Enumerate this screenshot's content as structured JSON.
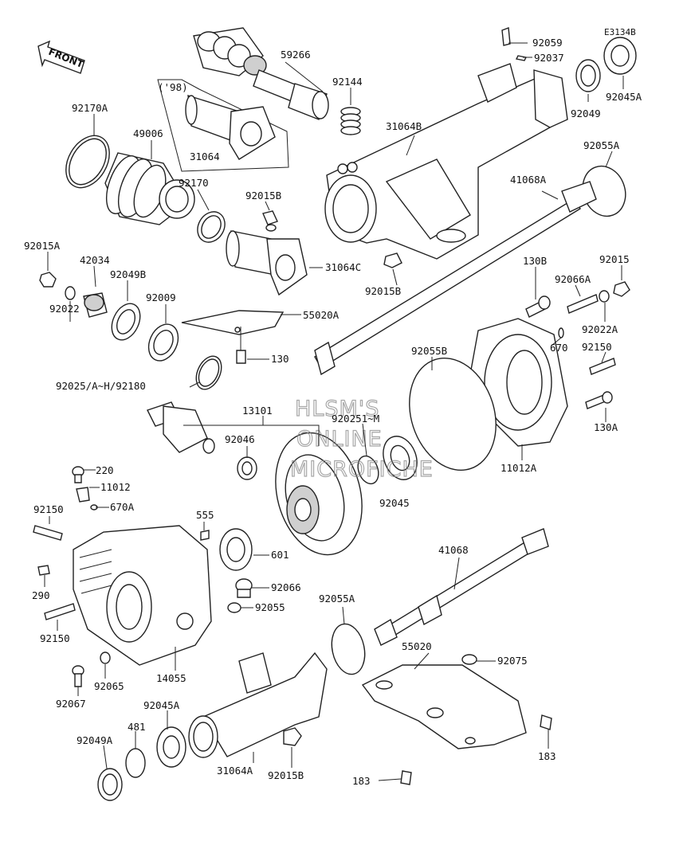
{
  "diagram": {
    "code": "E3134B",
    "front_label": "FRONT",
    "year_note": "('98)",
    "watermark": [
      "HLSM'S",
      "ONLINE",
      "MICROFICHE"
    ]
  },
  "labels": [
    {
      "id": "l92059",
      "text": "92059"
    },
    {
      "id": "l92037",
      "text": "92037"
    },
    {
      "id": "l92045A_top",
      "text": "92045A"
    },
    {
      "id": "l59266",
      "text": "59266"
    },
    {
      "id": "l92144",
      "text": "92144"
    },
    {
      "id": "l92049",
      "text": "92049"
    },
    {
      "id": "l92170A",
      "text": "92170A"
    },
    {
      "id": "l49006",
      "text": "49006"
    },
    {
      "id": "l31064",
      "text": "31064"
    },
    {
      "id": "l31064B",
      "text": "31064B"
    },
    {
      "id": "l92055A_top",
      "text": "92055A"
    },
    {
      "id": "l92170",
      "text": "92170"
    },
    {
      "id": "l92015B_a",
      "text": "92015B"
    },
    {
      "id": "l41068A",
      "text": "41068A"
    },
    {
      "id": "l92015A",
      "text": "92015A"
    },
    {
      "id": "l42034",
      "text": "42034"
    },
    {
      "id": "l92049B",
      "text": "92049B"
    },
    {
      "id": "l31064C",
      "text": "31064C"
    },
    {
      "id": "l130B",
      "text": "130B"
    },
    {
      "id": "l92015",
      "text": "92015"
    },
    {
      "id": "l92015B_b",
      "text": "92015B"
    },
    {
      "id": "l92066A",
      "text": "92066A"
    },
    {
      "id": "l92022",
      "text": "92022"
    },
    {
      "id": "l92009",
      "text": "92009"
    },
    {
      "id": "l55020A",
      "text": "55020A"
    },
    {
      "id": "l92022A",
      "text": "92022A"
    },
    {
      "id": "l670",
      "text": "670"
    },
    {
      "id": "l92055B",
      "text": "92055B"
    },
    {
      "id": "l92150_r",
      "text": "92150"
    },
    {
      "id": "l130",
      "text": "130"
    },
    {
      "id": "l92025",
      "text": "92025/A~H/92180"
    },
    {
      "id": "l13101",
      "text": "13101"
    },
    {
      "id": "l920251",
      "text": "920251~M"
    },
    {
      "id": "l130A",
      "text": "130A"
    },
    {
      "id": "l92046",
      "text": "92046"
    },
    {
      "id": "l11012A",
      "text": "11012A"
    },
    {
      "id": "l220",
      "text": "220"
    },
    {
      "id": "l11012",
      "text": "11012"
    },
    {
      "id": "l92045",
      "text": "92045"
    },
    {
      "id": "l92150_l",
      "text": "92150"
    },
    {
      "id": "l670A",
      "text": "670A"
    },
    {
      "id": "l555",
      "text": "555"
    },
    {
      "id": "l41068",
      "text": "41068"
    },
    {
      "id": "l601",
      "text": "601"
    },
    {
      "id": "l290",
      "text": "290"
    },
    {
      "id": "l92066",
      "text": "92066"
    },
    {
      "id": "l92055A_mid",
      "text": "92055A"
    },
    {
      "id": "l92055",
      "text": "92055"
    },
    {
      "id": "l92150_b",
      "text": "92150"
    },
    {
      "id": "l55020",
      "text": "55020"
    },
    {
      "id": "l92075",
      "text": "92075"
    },
    {
      "id": "l92065",
      "text": "92065"
    },
    {
      "id": "l14055",
      "text": "14055"
    },
    {
      "id": "l92067",
      "text": "92067"
    },
    {
      "id": "l92045A_b",
      "text": "92045A"
    },
    {
      "id": "l481",
      "text": "481"
    },
    {
      "id": "l92049A",
      "text": "92049A"
    },
    {
      "id": "l183_r",
      "text": "183"
    },
    {
      "id": "l31064A",
      "text": "31064A"
    },
    {
      "id": "l92015B_c",
      "text": "92015B"
    },
    {
      "id": "l183_b",
      "text": "183"
    }
  ]
}
